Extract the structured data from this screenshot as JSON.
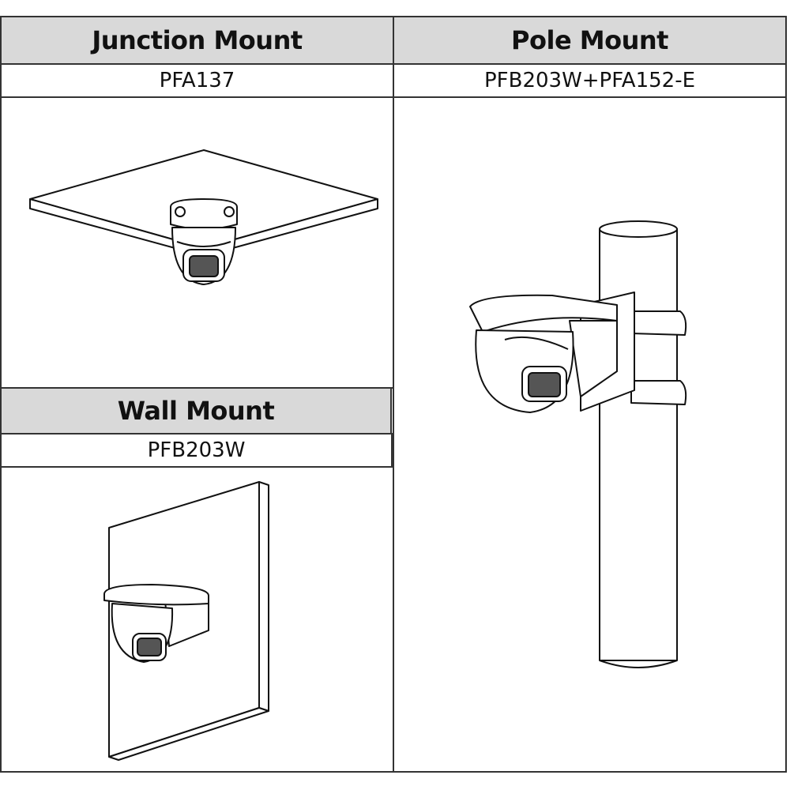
{
  "junction": {
    "title": "Junction Mount",
    "model": "PFA137"
  },
  "pole": {
    "title": "Pole Mount",
    "model": "PFB203W+PFA152-E"
  },
  "wall": {
    "title": "Wall Mount",
    "model": "PFB203W"
  },
  "colors": {
    "header_bg": "#d9d9d9",
    "line": "#333333",
    "stroke": "#111111",
    "lens": "#555555"
  }
}
